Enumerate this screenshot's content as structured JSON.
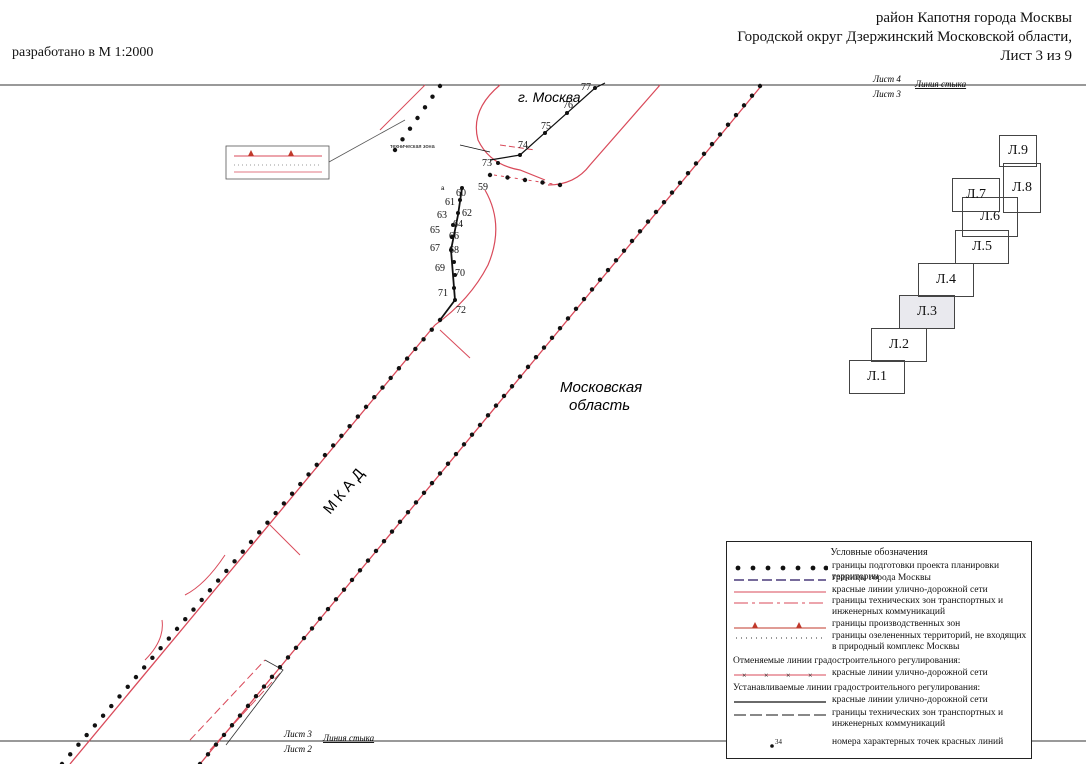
{
  "header": {
    "line1": "район Капотня города Москвы",
    "line2": "Городской округ Дзержинский Московской области,",
    "line3": "Лист 3 из 9"
  },
  "scale_note": "разработано в М 1:2000",
  "map": {
    "sheet_top": "Лист 4",
    "sheet_top_below": "Лист 3",
    "joint_top": "Линия стыка",
    "sheet_bottom": "Лист 3",
    "sheet_bottom_below": "Лист 2",
    "joint_bottom": "Линия стыка",
    "city_label": "г. Москва",
    "region_label_1": "Московская",
    "region_label_2": "область",
    "road_label": "МКАД",
    "tech_zone_label": "техническая зона",
    "point_a": "а",
    "point_numbers": [
      "59",
      "60",
      "61",
      "62",
      "63",
      "64",
      "65",
      "66",
      "67",
      "68",
      "69",
      "70",
      "71",
      "72",
      "73",
      "74",
      "75",
      "76",
      "77"
    ]
  },
  "sheet_index": [
    {
      "label": "Л.1"
    },
    {
      "label": "Л.2"
    },
    {
      "label": "Л.3"
    },
    {
      "label": "Л.4"
    },
    {
      "label": "Л.5"
    },
    {
      "label": "Л.6"
    },
    {
      "label": "Л.7"
    },
    {
      "label": "Л.8"
    },
    {
      "label": "Л.9"
    }
  ],
  "legend": {
    "title": "Условные обозначения",
    "items": [
      "границы подготовки проекта планировки территории",
      "границы города Москвы",
      "красные линии улично-дорожной сети",
      "границы технических зон транспортных и",
      "инженерных коммуникаций",
      "границы производственных зон",
      "границы озелененных территорий, не входящих",
      "в природный комплекс Москвы"
    ],
    "cancel_head": "Отменяемые линии градостроительного регулирования:",
    "cancel_item": "красные линии улично-дорожной сети",
    "set_head": "Устанавливаемые линии градостроительного регулирования:",
    "set_items": [
      "красные линии улично-дорожной сети",
      "границы технических зон транспортных и",
      "инженерных коммуникаций"
    ],
    "point_sample": "34",
    "point_item": "номера характерных точек красных линий"
  },
  "colors": {
    "red_line": "#d94a5a",
    "purple_dash": "#4a3a7a",
    "boundary_dots": "#111111",
    "highlight_sheet": "#e9e9ee"
  }
}
